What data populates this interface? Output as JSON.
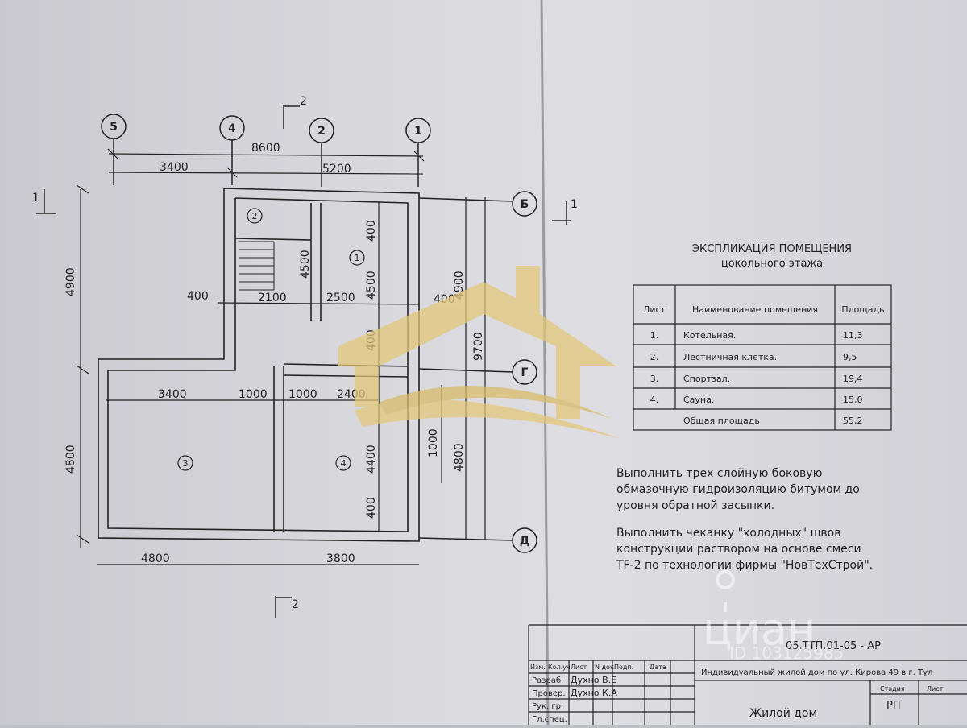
{
  "axes": {
    "a5": "5",
    "a4": "4",
    "a2": "2",
    "a1": "1",
    "b": "Б",
    "g": "Г",
    "d": "Д"
  },
  "sections": {
    "top": "2",
    "bottom": "2",
    "left": "1",
    "right": "1"
  },
  "dims_top": {
    "total": "8600",
    "left": "3400",
    "right": "5200"
  },
  "dims_inner": {
    "d400a": "400",
    "d2100": "2100",
    "d2500": "2500",
    "d400b": "400",
    "d3400": "3400",
    "d1000a": "1000",
    "d1000b": "1000",
    "d2400": "2400"
  },
  "dims_vertical": {
    "d4900": "4900",
    "d4800": "4800",
    "v4500a": "4500",
    "v4500b": "4500",
    "v400a": "400",
    "v400b": "400",
    "v4900r": "4900",
    "v9700": "9700",
    "v4800r": "4800",
    "v4400": "4400",
    "v1000": "1000",
    "v400c": "400"
  },
  "dims_bottom": {
    "left": "4800",
    "right": "3800"
  },
  "rooms": {
    "r1": "1",
    "r2": "2",
    "r3": "3",
    "r4": "4"
  },
  "explication": {
    "title": "ЭКСПЛИКАЦИЯ ПОМЕЩЕНИЯ",
    "subtitle": "цокольного этажа",
    "headers": [
      "Лист",
      "Наименование помещения",
      "Площадь"
    ],
    "rows": [
      [
        "1.",
        "Котельная.",
        "11,3"
      ],
      [
        "2.",
        "Лестничная клетка.",
        "9,5"
      ],
      [
        "3.",
        "Спортзал.",
        "19,4"
      ],
      [
        "4.",
        "Сауна.",
        "15,0"
      ],
      [
        "",
        "Общая площадь",
        "55,2"
      ]
    ]
  },
  "notes": {
    "n1": [
      "Выполнить трех слойную боковую",
      "обмазочную гидроизоляцию битумом до",
      "уровня обратной засыпки."
    ],
    "n2": [
      "Выполнить чеканку \"холодных\" швов",
      "конструкции раствором на основе смеси",
      "TF-2 по технологии фирмы \"НовТехСтрой\"."
    ]
  },
  "title_block": {
    "code": "05.ТТП.01-05 - АР",
    "project": "Индивидуальный жилой дом по ул. Кирова 49 в г. Тул",
    "headers": [
      "Изм.",
      "Кол.уч.",
      "Лист",
      "N док.",
      "Подп.",
      "Дата"
    ],
    "roles": [
      "Разраб.",
      "Провер.",
      "Рук. гр.",
      "Гл.спец."
    ],
    "names": [
      "Духно В.Е",
      "Духно К.А"
    ],
    "stage_header": "Стадия",
    "sheet_header": "Лист",
    "building": "Жилой дом",
    "stage": "РП"
  },
  "watermark": {
    "brand": "циан",
    "id": "ID 103125985"
  },
  "colors": {
    "ink": "#222222",
    "logo": "#e3c77a",
    "watermark": "#ffffff"
  }
}
